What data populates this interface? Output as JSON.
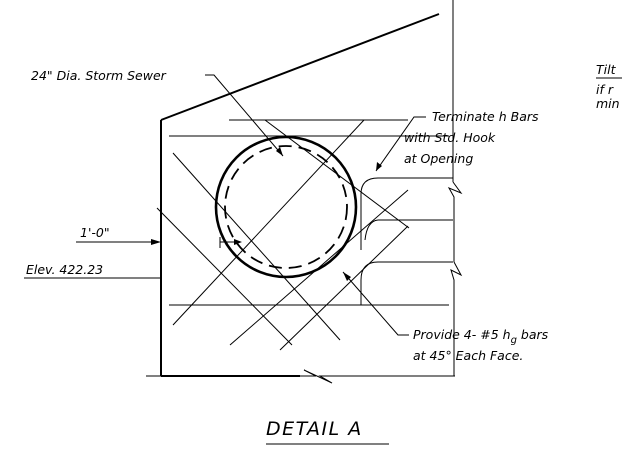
{
  "detail": {
    "title": "DETAIL A",
    "labels": {
      "storm_sewer": "24\" Dia. Storm Sewer",
      "terminate_line1": "Terminate h Bars",
      "terminate_line2": "with Std. Hook",
      "terminate_line3": "at Opening",
      "dimension": "1'-0\"",
      "elevation": "Elev. 422.23",
      "provide_line1": "Provide 4- #5 h",
      "provide_subscript": "g",
      "provide_line1_tail": " bars",
      "provide_line2": "at 45° Each Face.",
      "tilt_line1": "Tilt",
      "tilt_line2": "if r",
      "tilt_line3": "min"
    }
  }
}
